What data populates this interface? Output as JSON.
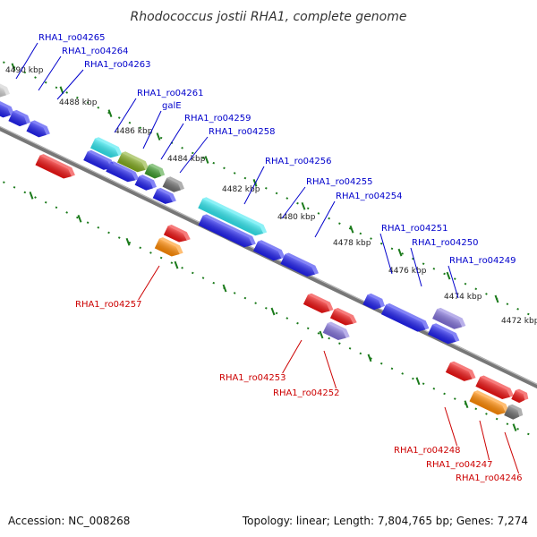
{
  "title": "Rhodococcus jostii RHA1, complete genome",
  "footer": {
    "accession": "Accession: NC_008268",
    "topology": "Topology: linear; Length: 7,804,765 bp; Genes: 7,274"
  },
  "colors": {
    "label_forward": "#0000cc",
    "label_reverse": "#cc0000",
    "backbone": "#7a7a7a",
    "tick": "#1a7a1a"
  },
  "ticks": [
    "4490 kbp",
    "4488 kbp",
    "4486 kbp",
    "4484 kbp",
    "4482 kbp",
    "4480 kbp",
    "4478 kbp",
    "4476 kbp",
    "4474 kbp",
    "4472 kbp"
  ],
  "forward_labels": [
    "RHA1_ro04265",
    "RHA1_ro04264",
    "RHA1_ro04263",
    "RHA1_ro04261",
    "galE",
    "RHA1_ro04259",
    "RHA1_ro04258",
    "RHA1_ro04256",
    "RHA1_ro04255",
    "RHA1_ro04254",
    "RHA1_ro04251",
    "RHA1_ro04250",
    "RHA1_ro04249"
  ],
  "reverse_labels": [
    "RHA1_ro04257",
    "RHA1_ro04253",
    "RHA1_ro04252",
    "RHA1_ro04248",
    "RHA1_ro04247",
    "RHA1_ro04246"
  ]
}
